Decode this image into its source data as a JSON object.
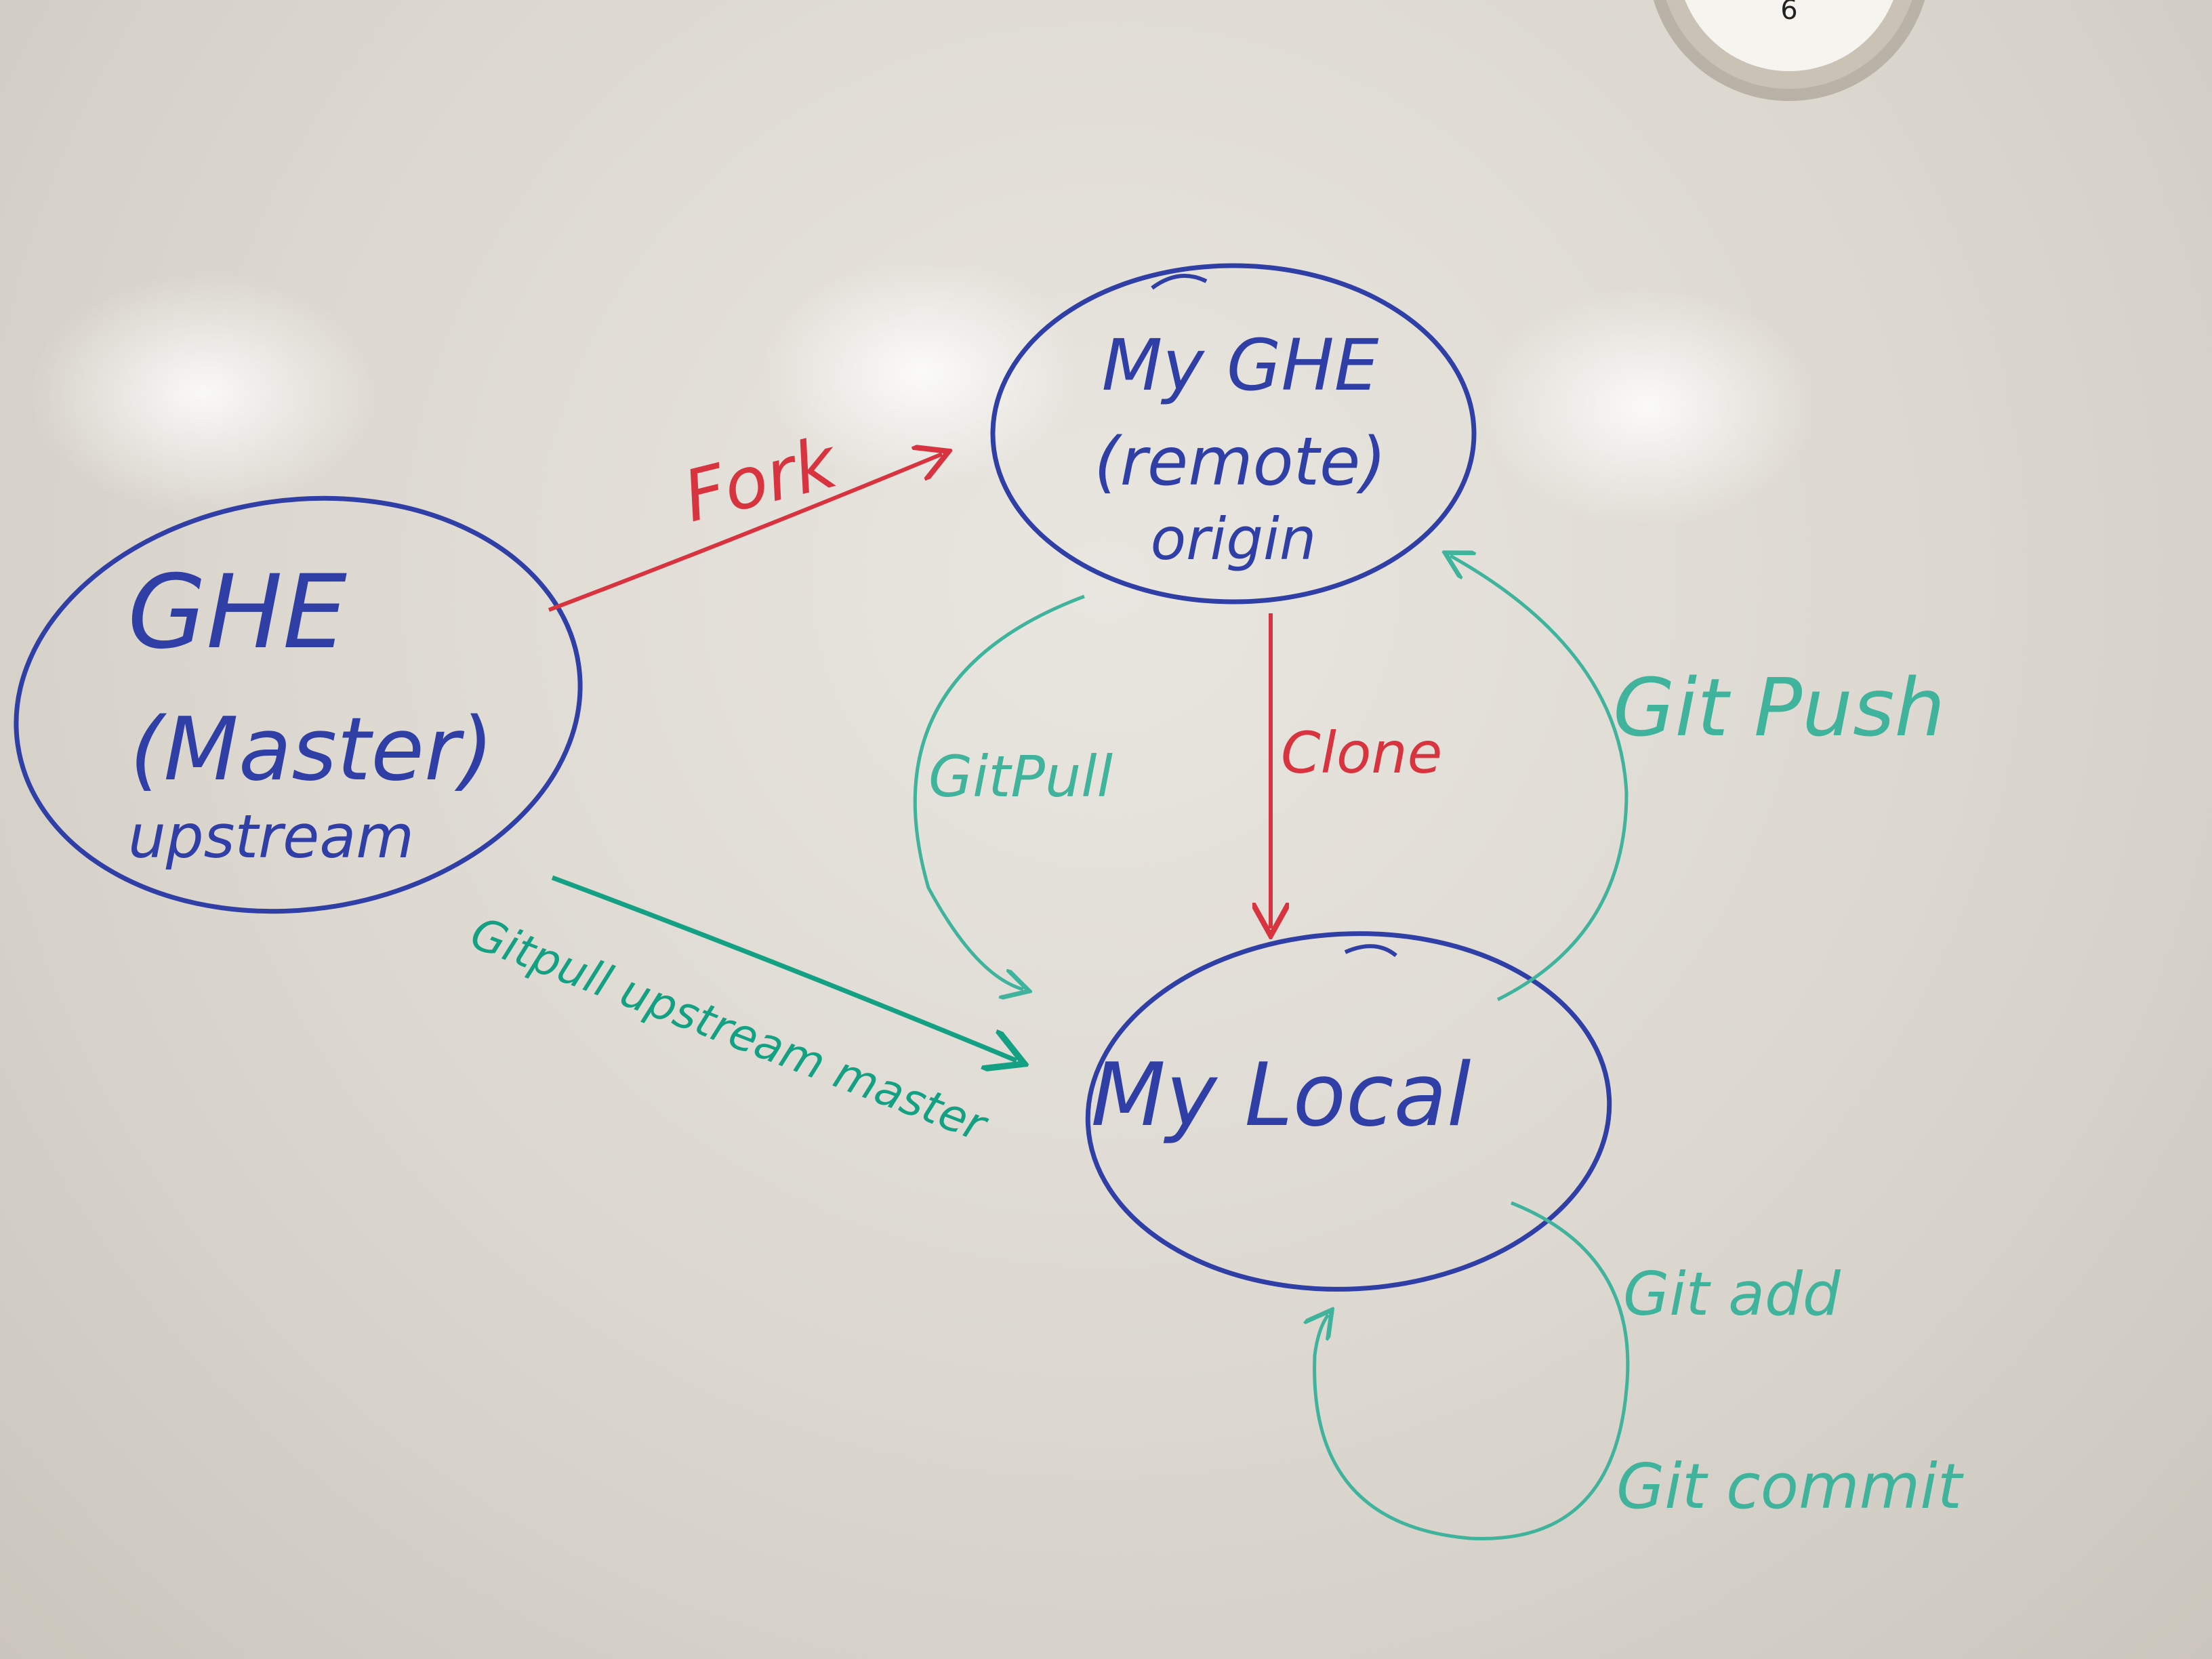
{
  "colors": {
    "board": "#e3e0da",
    "blue_marker": "#2f3fa6",
    "red_marker": "#d8343f",
    "green_marker": "#14a082",
    "teal_marker": "#3fb39c",
    "clock_frame": "#b9b2a6"
  },
  "nodes": {
    "ghe": {
      "line1": "GHE",
      "line2": "(Master)",
      "line3": "upstream"
    },
    "myghe": {
      "line1": "My GHE",
      "line2": "(remote)",
      "line3": "origin"
    },
    "mylocal": {
      "line1": "My Local"
    }
  },
  "edges": {
    "fork": "Fork",
    "clone": "Clone",
    "git_pull": "GitPull",
    "git_push": "Git Push",
    "git_pull_upstream": "Gitpull upstream master",
    "git_add": "Git add",
    "git_commit": "Git commit"
  },
  "clock": {
    "numeral": "6"
  }
}
